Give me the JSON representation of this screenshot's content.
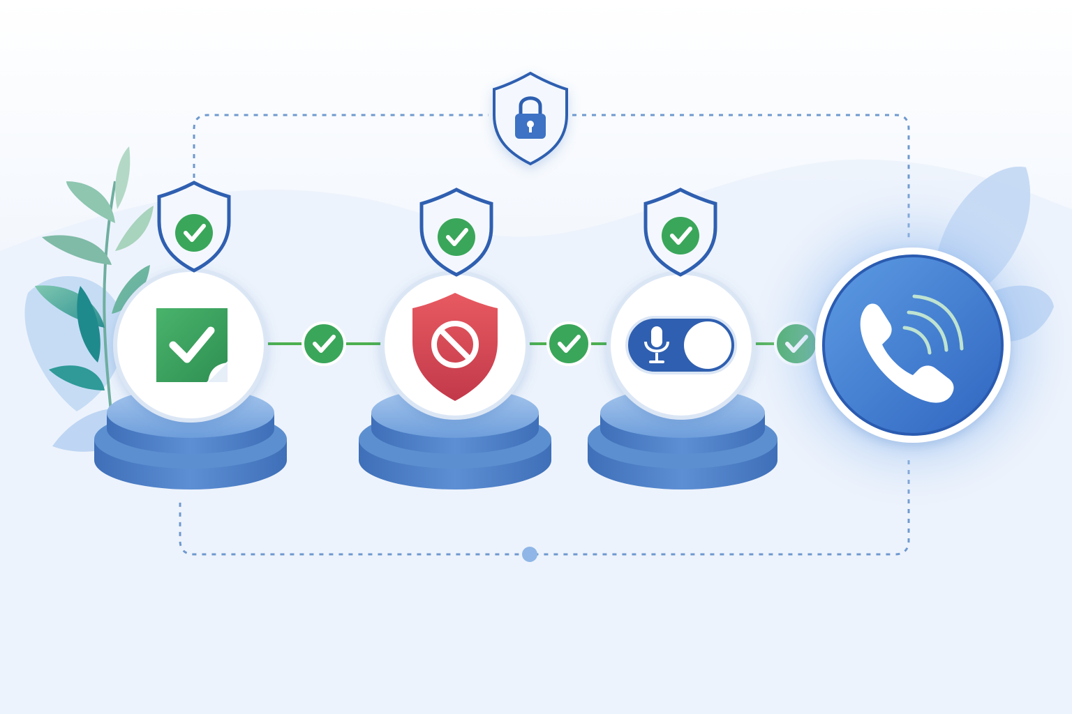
{
  "diagram": {
    "kind": "security-flow",
    "palette": {
      "shield_blue": "#2f5fb0",
      "success_green": "#3aa65a",
      "block_red": "#d8474f",
      "phone_blue": "#3f7fd6",
      "connector_green": "#4caf50",
      "dotted_loop": "#6e99cf",
      "plate_blue": "#5c8fd0"
    },
    "top_badge": {
      "icon": "padlock-shield-icon"
    },
    "steps": [
      {
        "id": "verified",
        "icon": "document-check-icon",
        "badge": "shield-check-icon",
        "state": "pass"
      },
      {
        "id": "spam-block",
        "icon": "block-shield-icon",
        "badge": "shield-check-icon",
        "state": "pass"
      },
      {
        "id": "mic-toggle",
        "icon": "microphone-toggle-icon",
        "badge": "shield-check-icon",
        "state": "pass"
      }
    ],
    "connectors": [
      {
        "icon": "check-circle-icon"
      },
      {
        "icon": "check-circle-icon"
      },
      {
        "icon": "check-circle-icon"
      }
    ],
    "destination": {
      "icon": "phone-call-icon"
    },
    "loop_node": {
      "icon": "dot-node-icon"
    }
  }
}
